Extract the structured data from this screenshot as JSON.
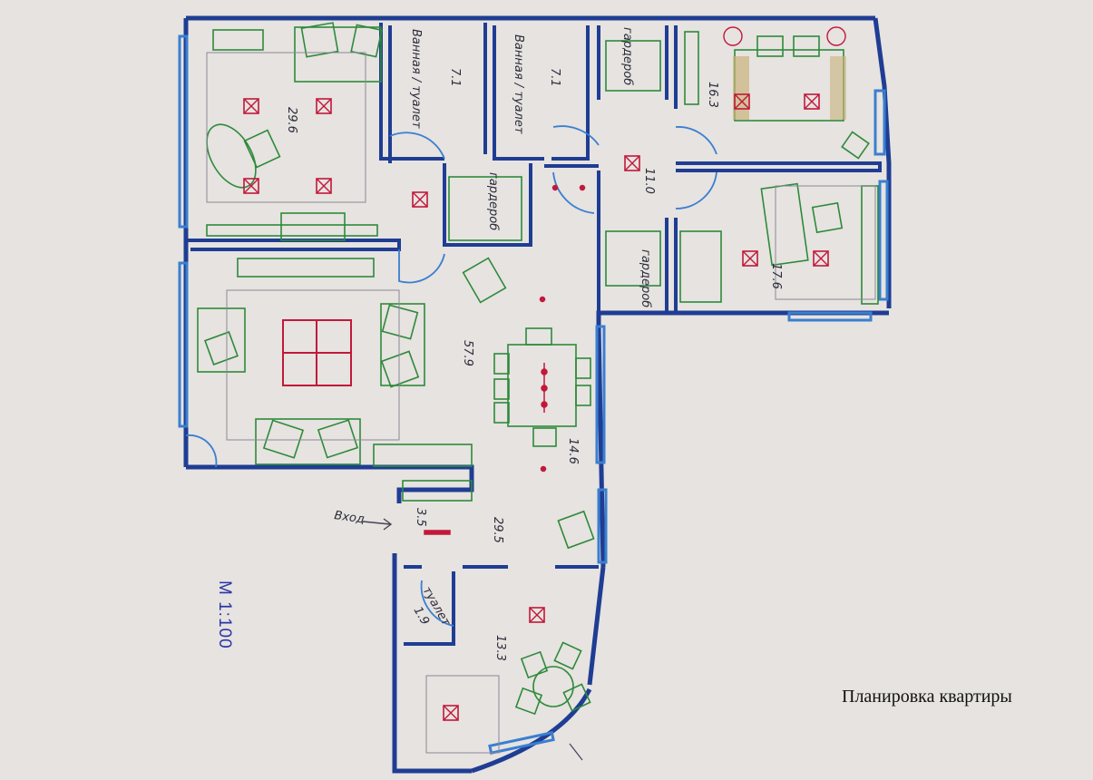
{
  "caption": "Планировка квартиры",
  "scale": "М 1:100",
  "entrance": "Вход",
  "rooms": {
    "living_top_left": {
      "area": "29.6"
    },
    "bathroom_1": {
      "area": "7.1",
      "name": "Ванная / туалет"
    },
    "bathroom_2": {
      "area": "7.1",
      "name": "Ванная / туалет"
    },
    "wardrobe_top": {
      "name": "гардероб"
    },
    "wardrobe_mid": {
      "name": "гардероб"
    },
    "wardrobe_right": {
      "name": "гардероб"
    },
    "bedroom": {
      "area": "16.3"
    },
    "hall": {
      "area": "11.0"
    },
    "room_right": {
      "area": "17.6"
    },
    "living_main": {
      "area": "57.9"
    },
    "kitchen_strip": {
      "area": "14.6"
    },
    "corridor": {
      "area": "29.5"
    },
    "entry_hall": {
      "area": "3.5"
    },
    "wc": {
      "area": "1.9",
      "name": "туалет"
    },
    "room_bottom": {
      "area": "13.3"
    }
  },
  "colors": {
    "wall": "#1f3d93",
    "window": "#3a7fd0",
    "furniture": "#2e8a3a",
    "light": "#c2183a",
    "pencil": "#333344"
  }
}
